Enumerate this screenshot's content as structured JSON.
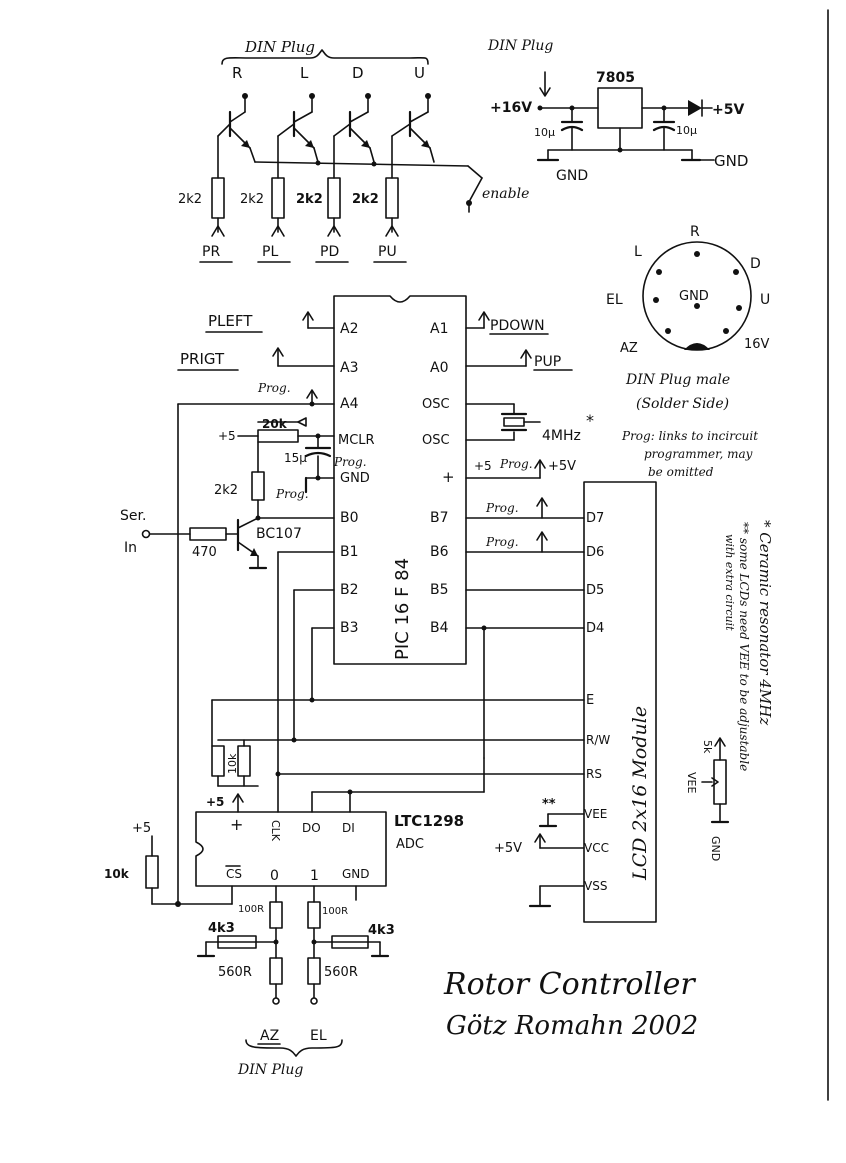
{
  "title": "Rotor Controller",
  "author": "Götz Romahn 2002",
  "top": {
    "din_plug_label": "DIN Plug",
    "din_pins": [
      "R",
      "L",
      "D",
      "U"
    ],
    "resistors": [
      "2k2",
      "2k2",
      "2k2",
      "2k2"
    ],
    "prog_labels": [
      "PR",
      "PL",
      "PD",
      "PU"
    ],
    "enable": "enable"
  },
  "power": {
    "din_plug_label": "DIN Plug",
    "input": "+16V",
    "regulator": "7805",
    "cap_in": "10µ",
    "cap_out": "10µ",
    "output": "+5V",
    "gnd_left": "GND",
    "gnd_right": "GND"
  },
  "din_connector": {
    "pins": [
      "R",
      "D",
      "U",
      "16V",
      "AZ",
      "EL",
      "L"
    ],
    "center": "GND",
    "caption_line1": "DIN Plug male",
    "caption_line2": "(Solder Side)",
    "note_line1": "Prog: links to incircuit",
    "note_line2": "programmer, may",
    "note_line3": "be omitted"
  },
  "pic": {
    "part": "PIC 16 F 84",
    "left_pins": [
      "A2",
      "A3",
      "A4",
      "MCLR",
      "GND",
      "B0",
      "B1",
      "B2",
      "B3"
    ],
    "right_pins": [
      "A1",
      "A0",
      "OSC",
      "OSC",
      "+",
      "B7",
      "B6",
      "B5",
      "B4"
    ],
    "left_outputs": [
      "PLEFT",
      "PRIGT"
    ],
    "right_outputs": [
      "PDOWN",
      "PUP"
    ],
    "crystal": "4MHz",
    "crystal_mark": "*",
    "plus5": "+5",
    "prog": "Prog.",
    "plus5v": "+5V"
  },
  "reset": {
    "plus5": "+5",
    "resistor": "20k",
    "cap": "15µ",
    "prog_a": "Prog.",
    "prog_b": "Prog.",
    "prog_c": "Prog."
  },
  "serial": {
    "label_line1": "Ser.",
    "label_line2": "In",
    "resistor": "470",
    "base_res": "2k2",
    "transistor": "BC107"
  },
  "lcd": {
    "title": "LCD 2x16 Module",
    "pins": [
      "D7",
      "D6",
      "D5",
      "D4",
      "E",
      "R/W",
      "RS",
      "VEE",
      "VCC",
      "VSS"
    ],
    "vee_mark": "**",
    "vcc_supply": "+5V"
  },
  "notes": {
    "ceramic": "* Ceramic resonator 4MHz",
    "lcd_vee_line1": "** some LCDs need VEE to be adjustable",
    "lcd_vee_line2": "with extra circuit",
    "pot": "5k",
    "vee": "VEE",
    "gnd": "GND"
  },
  "adc": {
    "part": "LTC1298",
    "subtitle": "ADC",
    "plus5": "+5",
    "pins_top": [
      "+",
      "CLK",
      "DO",
      "DI"
    ],
    "pins_bottom": [
      "CS",
      "0",
      "1",
      "GND"
    ],
    "pullup_supply": "+5",
    "pullup": "10k",
    "r_series": [
      "100R",
      "100R"
    ],
    "r_div": [
      "4k3",
      "4k3"
    ],
    "r_bottom": [
      "560R",
      "560R"
    ],
    "inputs": [
      "AZ",
      "EL"
    ],
    "caption": "DIN Plug",
    "pot_left": "10k"
  }
}
